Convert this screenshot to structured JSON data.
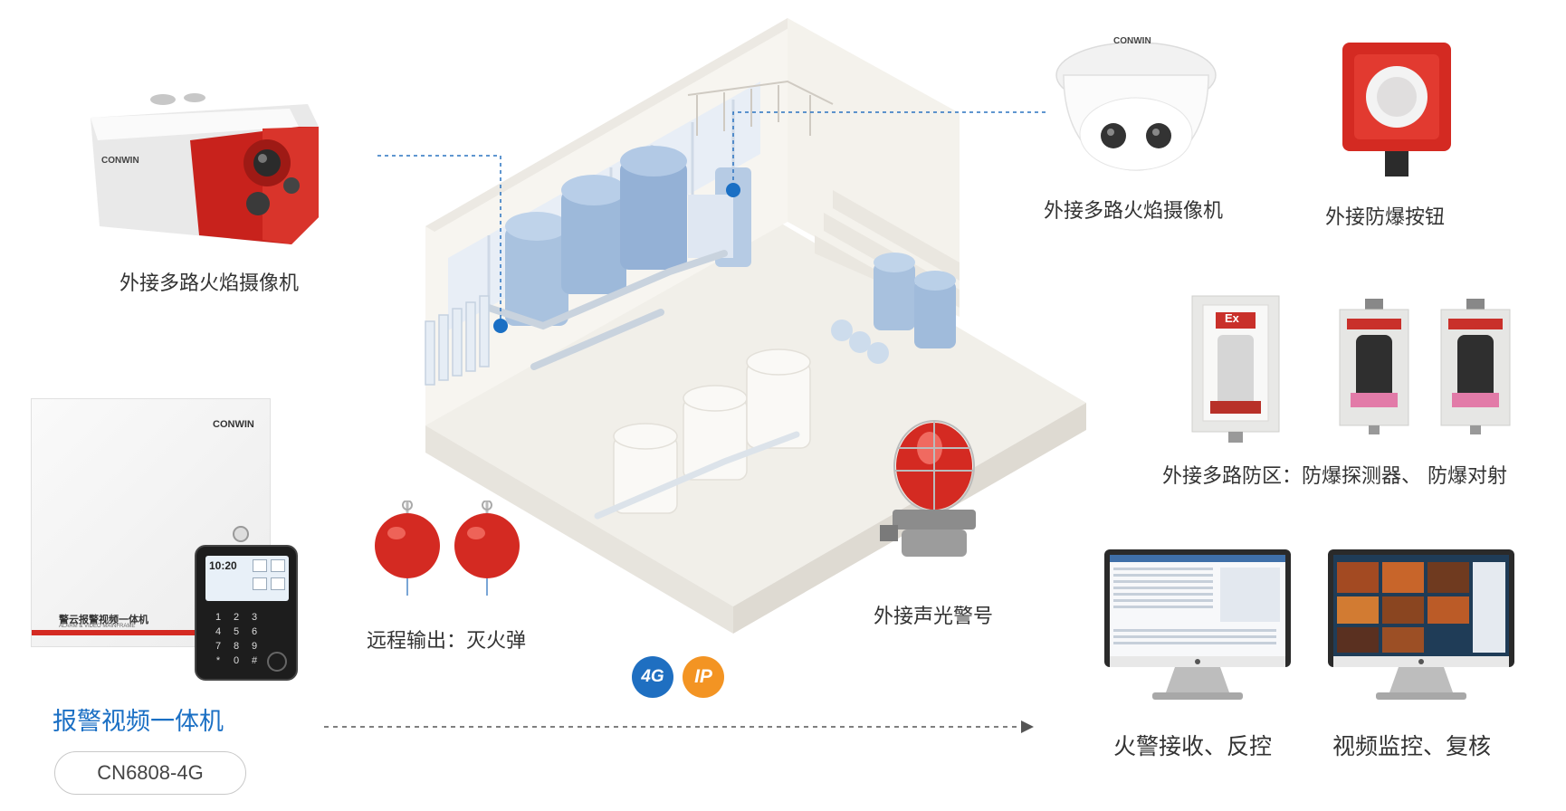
{
  "labels": {
    "bullet_camera": "外接多路火焰摄像机",
    "dome_camera": "外接多路火焰摄像机",
    "explosion_button": "外接防爆按钮",
    "zone_detectors": "外接多路防区：防爆探测器、 防爆对射",
    "siren": "外接声光警号",
    "extinguisher": "远程输出：灭火弹",
    "monitor_fire": "火警接收、反控",
    "monitor_video": "视频监控、复核"
  },
  "product": {
    "title": "报警视频一体机",
    "model": "CN6808-4G",
    "panel_en": "ALARM & VIDEO MAINFRAME",
    "panel_cn": "警云报警视频一体机",
    "brand": "CONWIN",
    "keypad_time": "10:20",
    "keypad_keys": [
      "1",
      "2",
      "3",
      "4",
      "5",
      "6",
      "7",
      "8",
      "9",
      "*",
      "0",
      "#"
    ]
  },
  "network": {
    "badge_4g": "4G",
    "badge_ip": "IP"
  },
  "device_text": {
    "ex_mark": "Ex",
    "camera_brand": "CONWIN"
  },
  "colors": {
    "accent_blue": "#1a6fc4",
    "badge_4g": "#1f6fc1",
    "badge_ip": "#f39423",
    "device_red": "#d42a22"
  }
}
